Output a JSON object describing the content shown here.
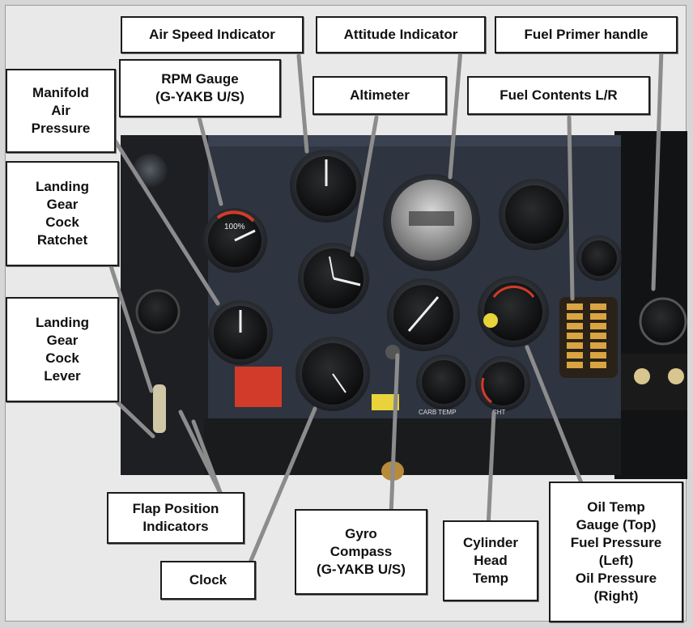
{
  "labels": {
    "air_speed": "Air Speed Indicator",
    "attitude": "Attitude Indicator",
    "fuel_primer": "Fuel Primer handle",
    "manifold": "Manifold\nAir\nPressure",
    "rpm": "RPM Gauge\n(G-YAKB U/S)",
    "altimeter": "Altimeter",
    "fuel_contents": "Fuel Contents L/R",
    "gear_ratchet": "Landing\nGear\nCock\nRatchet",
    "gear_lever": "Landing\nGear\nCock\nLever",
    "flap": "Flap Position\nIndicators",
    "clock": "Clock",
    "gyro": "Gyro\nCompass\n(G-YAKB U/S)",
    "cht": "Cylinder\nHead\nTemp",
    "oil": "Oil Temp\nGauge (Top)\nFuel Pressure\n(Left)\nOil Pressure\n(Right)"
  },
  "gauge_text": {
    "rpm_pct": "100%",
    "carb_temp": "CARB TEMP",
    "cht": "CHT"
  },
  "colors": {
    "panel": "#2e3440",
    "leader": "#8c8c8c",
    "fuel_lamp": "#d9a441",
    "placard_red": "#d23b2a",
    "placard_yellow": "#e8d43a"
  }
}
